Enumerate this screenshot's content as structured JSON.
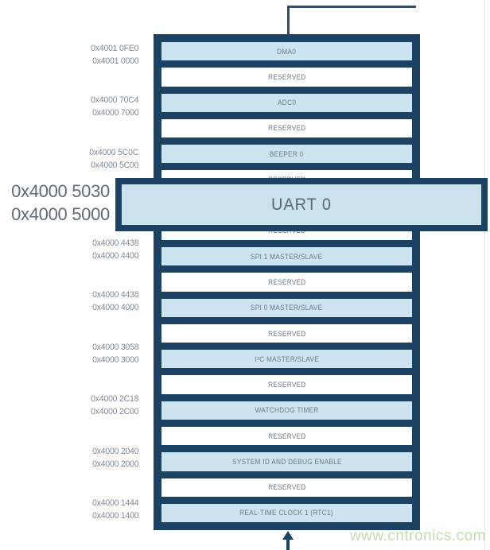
{
  "diagram": {
    "kind": "peripheral-memory-map",
    "watermark": "www.cntronics.com",
    "highlight_block": {
      "label": "UART 0",
      "addr_high": "0x4000 5030",
      "addr_low": "0x4000 5000"
    },
    "rows": [
      {
        "label": "DMA0",
        "type": "peripheral",
        "addr_high": "0x4001 0FE0",
        "addr_low": "0x4001 0000"
      },
      {
        "label": "RESERVED",
        "type": "reserved"
      },
      {
        "label": "ADC0",
        "type": "peripheral",
        "addr_high": "0x4000 70C4",
        "addr_low": "0x4000 7000"
      },
      {
        "label": "RESERVED",
        "type": "reserved"
      },
      {
        "label": "BEEPER 0",
        "type": "peripheral",
        "addr_high": "0x4000 5C0C",
        "addr_low": "0x4000 5C00"
      },
      {
        "label": "RESERVED",
        "type": "reserved"
      },
      {
        "label": "UART 0",
        "type": "peripheral",
        "highlighted": true
      },
      {
        "label": "RESERVED",
        "type": "reserved"
      },
      {
        "label": "SPI 1 MASTER/SLAVE",
        "type": "peripheral",
        "addr_high": "0x4000 4438",
        "addr_low": "0x4000 4400"
      },
      {
        "label": "RESERVED",
        "type": "reserved"
      },
      {
        "label": "SPI 0 MASTER/SLAVE",
        "type": "peripheral",
        "addr_high": "0x4000 4438",
        "addr_low": "0x4000 4000"
      },
      {
        "label": "RESERVED",
        "type": "reserved"
      },
      {
        "label": "I²C MASTER/SLAVE",
        "type": "peripheral",
        "addr_high": "0x4000 3058",
        "addr_low": "0x4000 3000"
      },
      {
        "label": "RESERVED",
        "type": "reserved"
      },
      {
        "label": "WATCHDOG TIMER",
        "type": "peripheral",
        "addr_high": "0x4000 2C18",
        "addr_low": "0x4000 2C00"
      },
      {
        "label": "RESERVED",
        "type": "reserved"
      },
      {
        "label": "SYSTEM ID AND DEBUG ENABLE",
        "type": "peripheral",
        "addr_high": "0x4000 2040",
        "addr_low": "0x4000 2000"
      },
      {
        "label": "RESERVED",
        "type": "reserved"
      },
      {
        "label": "REAL-TIME CLOCK 1 (RTC1)",
        "type": "peripheral",
        "addr_high": "0x4000 1444",
        "addr_low": "0x4000 1400"
      }
    ],
    "colors": {
      "frame_navy": "#1b4263",
      "peripheral_fill": "#cce4f0",
      "reserved_fill": "#ffffff",
      "row_text": "#6e7a85",
      "address_text": "#7e8994",
      "big_address_text": "#5f6b78",
      "watermark_green": "#c3dcae"
    }
  }
}
